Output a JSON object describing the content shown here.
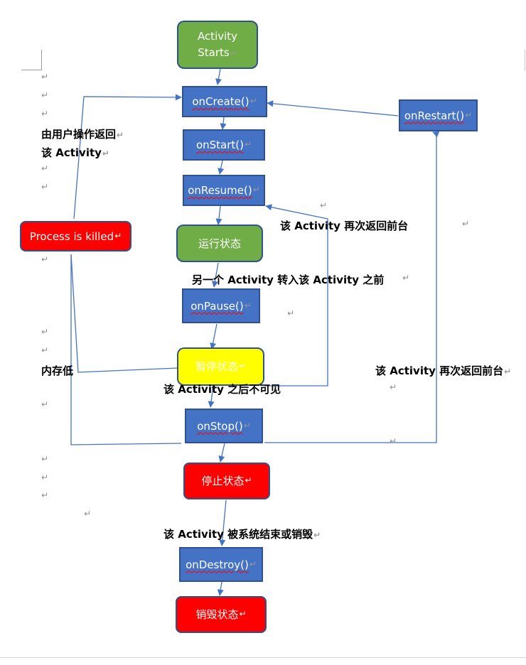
{
  "return_mark": "↵",
  "nodes": {
    "activity_starts_line1": "Activity",
    "activity_starts_line2": "Starts",
    "on_create": "onCreate()",
    "on_start": "onStart()",
    "on_resume": "onResume()",
    "running_state": "运行状态",
    "on_pause": "onPause()",
    "paused_state": "暂停状态",
    "on_stop": "onStop()",
    "stopped_state": "停止状态",
    "on_destroy": "onDestroy()",
    "destroyed_state": "销毁状态",
    "on_restart": "onRestart()",
    "process_killed": "Process is killed"
  },
  "labels": {
    "user_returns_line1": "由用户操作返回",
    "user_returns_line2": "该 Activity",
    "activity_returns_front_1": "该 Activity 再次返回前台",
    "another_activity_before": "另一个 Activity 转入该 Activity 之前",
    "low_memory": "内存低",
    "activity_invisible": "该 Activity 之后不可见",
    "activity_returns_front_2": "该 Activity 再次返回前台",
    "activity_destroyed": "该 Activity 被系统结束或销毁"
  },
  "colors": {
    "blue_fill": "#4472c4",
    "green_fill": "#70ad47",
    "red_fill": "#ff0000",
    "yellow_fill": "#ffff00",
    "arrow": "#4472c4"
  }
}
